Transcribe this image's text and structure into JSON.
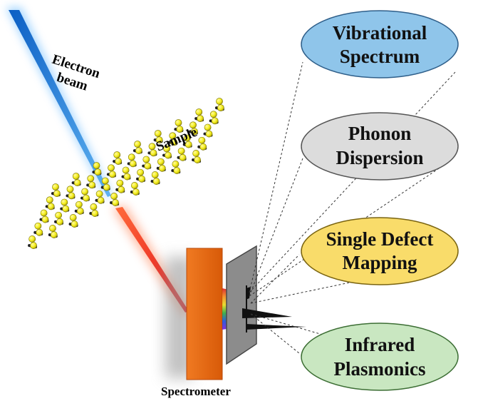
{
  "labels": {
    "electron_beam_line1": "Electron",
    "electron_beam_line2": "beam",
    "sample": "Sample",
    "spectrometer": "Spectrometer"
  },
  "applications": [
    {
      "line1": "Vibrational",
      "line2": "Spectrum",
      "color": "#8fc5ea"
    },
    {
      "line1": "Phonon",
      "line2": "Dispersion",
      "color": "#dcdcdc"
    },
    {
      "line1": "Single Defect",
      "line2": "Mapping",
      "color": "#f9dc6a"
    },
    {
      "line1": "Infrared",
      "line2": "Plasmonics",
      "color": "#c9e7c1"
    }
  ],
  "colors": {
    "electron_beam": "#1f7ad6",
    "scattered_beam": "#e8261a",
    "spectrometer": "#e86a12",
    "detector_plate": "#8c8c8c",
    "atoms": "#f3ec17",
    "bonds": "#222222"
  }
}
